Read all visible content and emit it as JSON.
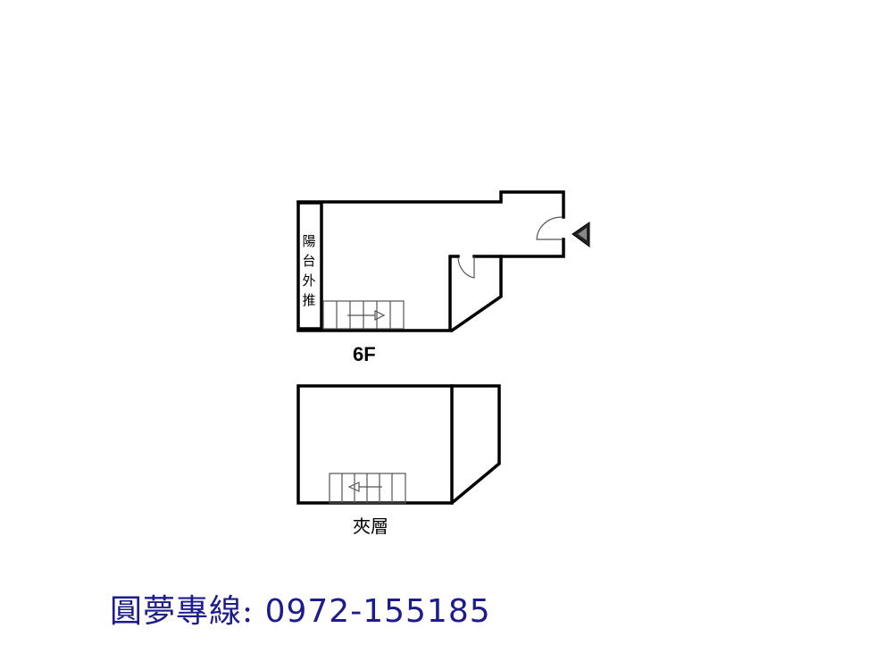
{
  "plan": {
    "floor_label": "6F",
    "mezzanine_label": "夾層",
    "balcony_label": "陽台外推",
    "entrance_icon": "entrance-triangle-icon"
  },
  "contact": {
    "label": "圓夢專線:",
    "phone": "0972-155185",
    "color": "#1c1c8c"
  }
}
